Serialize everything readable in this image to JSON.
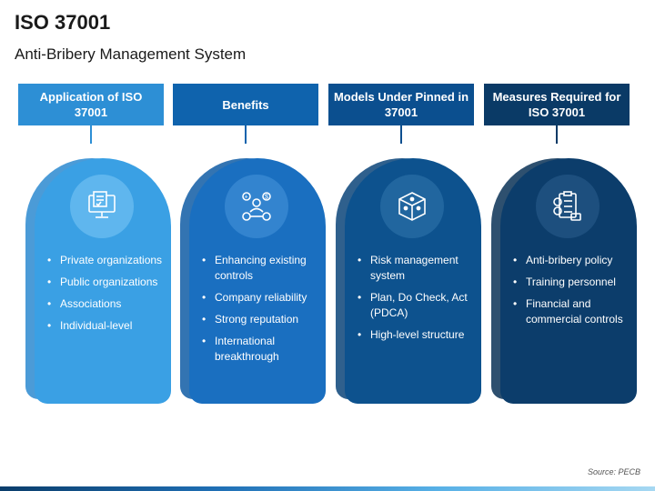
{
  "title": "ISO 37001",
  "subtitle": "Anti-Bribery Management System",
  "source": "Source: PECB",
  "columns": [
    {
      "header": "Application of ISO 37001",
      "icon": "computer-document-icon",
      "header_color": "#2d8fd5",
      "card_color": "#3aa0e4",
      "shadow_color": "#2b8ad0",
      "ring_color": "#5fb6ee",
      "items": [
        "Private organizations",
        "Public organizations",
        "Associations",
        "Individual-level"
      ]
    },
    {
      "header": "Benefits",
      "icon": "business-person-icon",
      "header_color": "#0f63ad",
      "card_color": "#1a6fc0",
      "shadow_color": "#0f5ca5",
      "ring_color": "#3384cf",
      "items": [
        "Enhancing existing controls",
        "Company reliability",
        "Strong reputation",
        "International breakthrough"
      ]
    },
    {
      "header": "Models Under Pinned in 37001",
      "icon": "cube-network-icon",
      "header_color": "#0b4f8f",
      "card_color": "#0d528e",
      "shadow_color": "#0a4479",
      "ring_color": "#21669f",
      "items": [
        "Risk management system",
        "Plan, Do Check, Act (PDCA)",
        "High-level structure"
      ]
    },
    {
      "header": "Measures Required for ISO 37001",
      "icon": "clipboard-checklist-icon",
      "header_color": "#0a3a66",
      "card_color": "#0c3d6b",
      "shadow_color": "#093156",
      "ring_color": "#1d4f7e",
      "items": [
        "Anti-bribery policy",
        "Training personnel",
        "Financial and commercial controls"
      ]
    }
  ]
}
